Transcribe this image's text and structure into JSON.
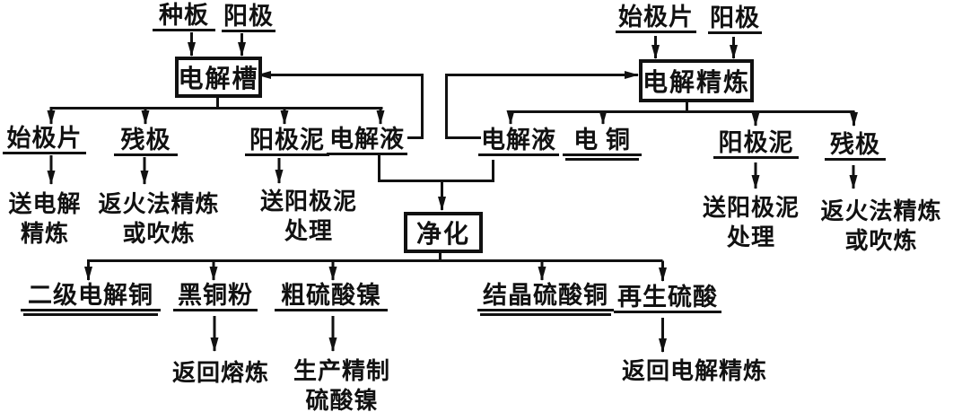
{
  "colors": {
    "ink": "#111111",
    "paper": "#ffffff"
  },
  "electrolysis_cell": {
    "inputs": {
      "seed_plate": "种板",
      "anode": "阳极"
    },
    "box_label": "电解槽",
    "outputs": {
      "starting_sheet": "始极片",
      "anode_scrap": "残极",
      "anode_slime": "阳极泥",
      "electrolyte": "电解液"
    },
    "dispositions": {
      "starting_sheet_l1": "送电解",
      "starting_sheet_l2": "精炼",
      "anode_scrap_l1": "返火法精炼",
      "anode_scrap_l2": "或吹炼",
      "anode_slime_l1": "送阳极泥",
      "anode_slime_l2": "处理"
    }
  },
  "electrolytic_refining": {
    "inputs": {
      "starting_sheet": "始极片",
      "anode": "阳极"
    },
    "box_label": "电解精炼",
    "outputs": {
      "electrolyte": "电解液",
      "electro_copper": "电 铜",
      "anode_slime": "阳极泥",
      "anode_scrap": "残极"
    },
    "dispositions": {
      "anode_slime_l1": "送阳极泥",
      "anode_slime_l2": "处理",
      "anode_scrap_l1": "返火法精炼",
      "anode_scrap_l2": "或吹炼"
    }
  },
  "purification": {
    "box_label": "净化",
    "outputs": {
      "second_grade_copper": "二级电解铜",
      "black_copper_powder": "黑铜粉",
      "crude_nickel_sulfate": "粗硫酸镍",
      "crystallized_copper_sulfate": "结晶硫酸铜",
      "regenerated_sulfuric_acid": "再生硫酸"
    },
    "dispositions": {
      "black_copper_powder": "返回熔炼",
      "crude_nickel_sulfate_l1": "生产精制",
      "crude_nickel_sulfate_l2": "硫酸镍",
      "regenerated_sulfuric_acid": "返回电解精炼"
    }
  }
}
